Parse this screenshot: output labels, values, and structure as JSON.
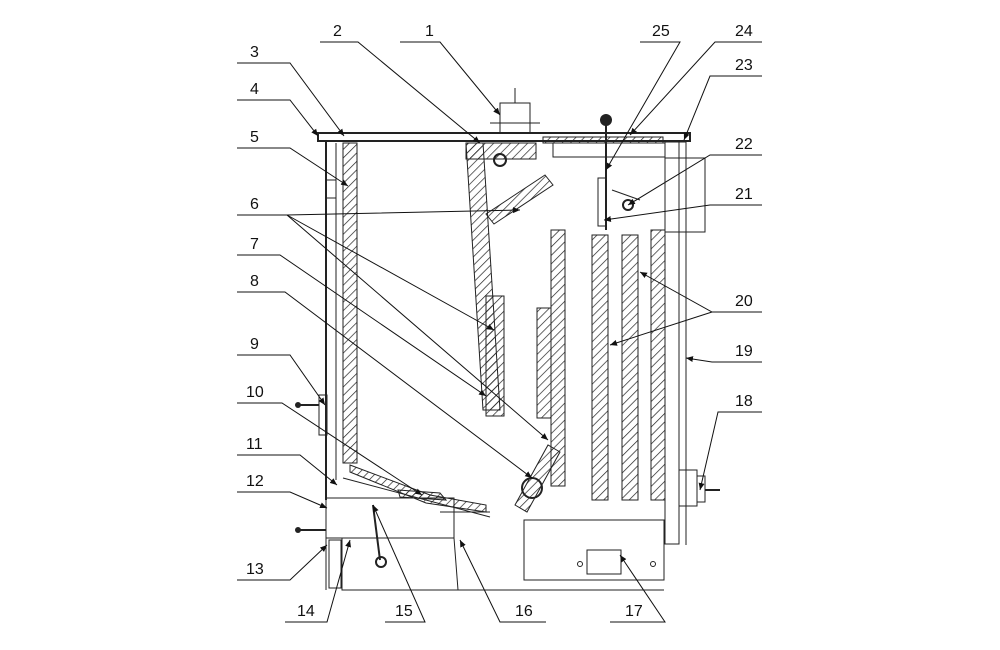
{
  "callouts": [
    {
      "id": "c1",
      "text": "1"
    },
    {
      "id": "c2",
      "text": "2"
    },
    {
      "id": "c3",
      "text": "3"
    },
    {
      "id": "c4",
      "text": "4"
    },
    {
      "id": "c5",
      "text": "5"
    },
    {
      "id": "c6",
      "text": "6"
    },
    {
      "id": "c7",
      "text": "7"
    },
    {
      "id": "c8",
      "text": "8"
    },
    {
      "id": "c9",
      "text": "9"
    },
    {
      "id": "c10",
      "text": "10"
    },
    {
      "id": "c11",
      "text": "11"
    },
    {
      "id": "c12",
      "text": "12"
    },
    {
      "id": "c13",
      "text": "13"
    },
    {
      "id": "c14",
      "text": "14"
    },
    {
      "id": "c15",
      "text": "15"
    },
    {
      "id": "c16",
      "text": "16"
    },
    {
      "id": "c17",
      "text": "17"
    },
    {
      "id": "c18",
      "text": "18"
    },
    {
      "id": "c19",
      "text": "19"
    },
    {
      "id": "c20",
      "text": "20"
    },
    {
      "id": "c21",
      "text": "21"
    },
    {
      "id": "c22",
      "text": "22"
    },
    {
      "id": "c23",
      "text": "23"
    },
    {
      "id": "c24",
      "text": "24"
    },
    {
      "id": "c25",
      "text": "25"
    }
  ],
  "colors": {
    "line": "#222222",
    "background": "#ffffff"
  }
}
